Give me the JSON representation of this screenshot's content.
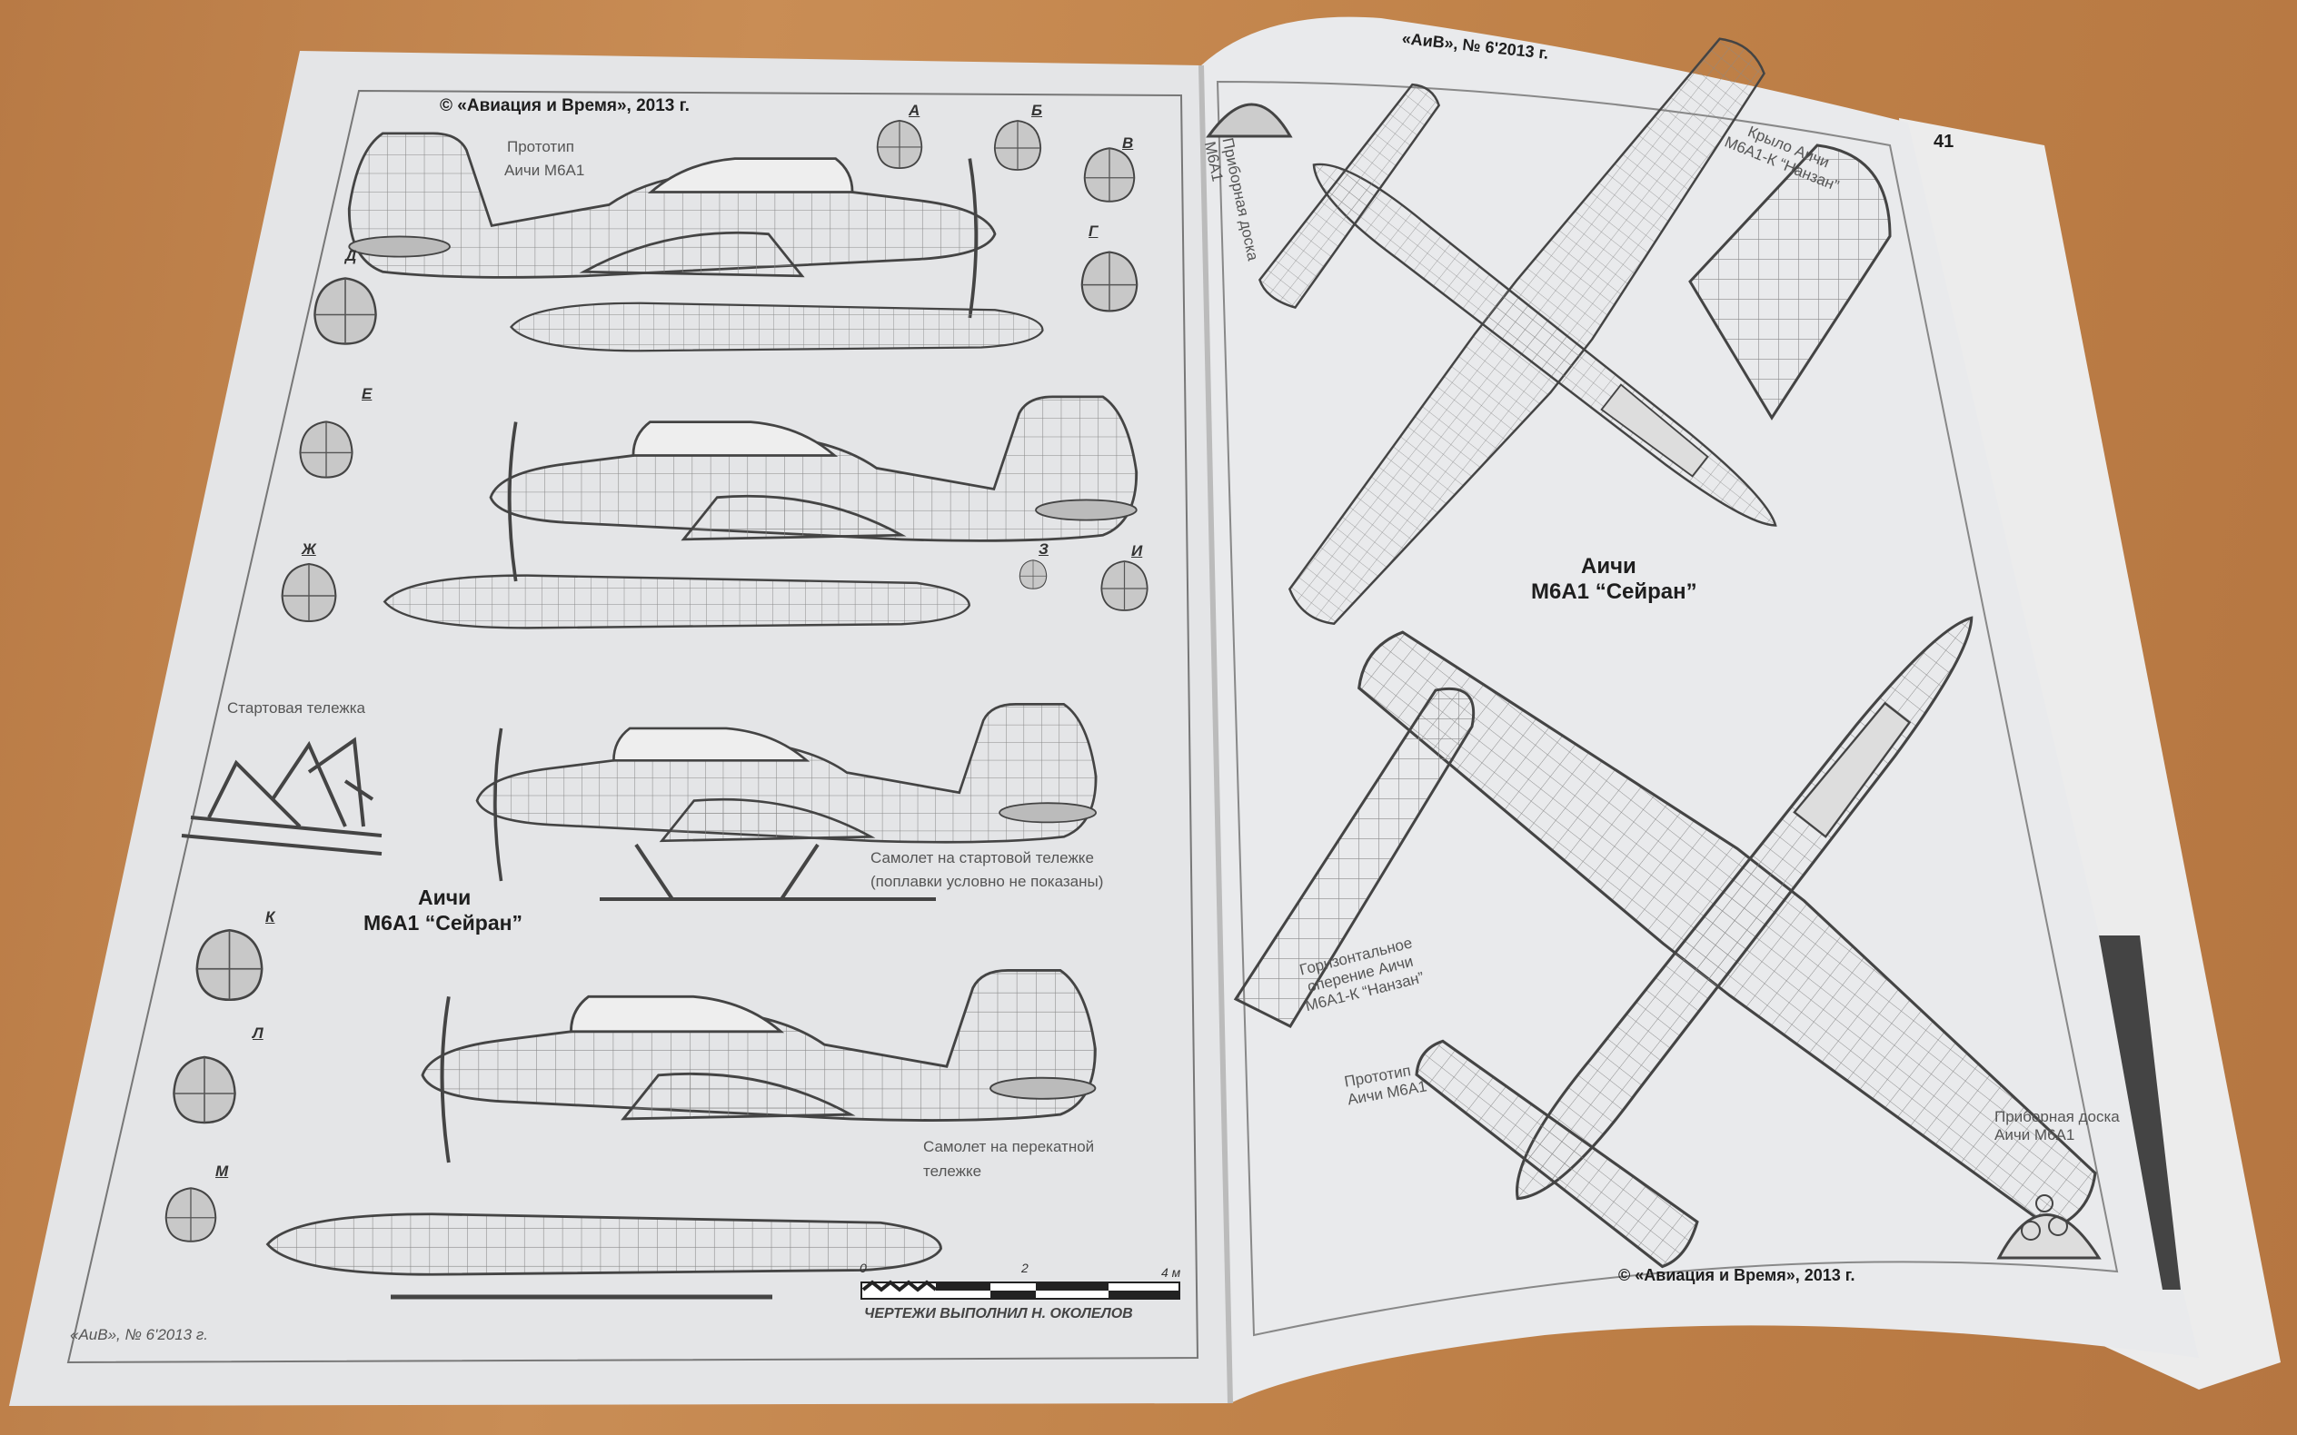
{
  "left_page": {
    "copyright": "© «Авиация и Время», 2013 г.",
    "prototype_caption": [
      "Прототип",
      "Аичи М6А1"
    ],
    "section_labels": [
      "А",
      "Б",
      "В",
      "Г",
      "Д",
      "Е",
      "Ж",
      "З",
      "И",
      "К",
      "Л",
      "М"
    ],
    "launch_cart_caption": "Стартовая тележка",
    "aircraft_title": [
      "Аичи",
      "М6А1 “Сейран”"
    ],
    "launch_caption": [
      "Самолет на стартовой тележке",
      "(поплавки условно не показаны)"
    ],
    "transport_caption": [
      "Самолет на перекатной",
      "тележке"
    ],
    "scale": {
      "ticks": [
        "0",
        "2",
        "4 м"
      ]
    },
    "credit": "ЧЕРТЕЖИ ВЫПОЛНИЛ  Н. ОКОЛЕЛОВ",
    "footer": "«АиВ», № 6'2013 г."
  },
  "right_page": {
    "header": "«АиВ», № 6'2013 г.",
    "wing_caption": [
      "Крыло Аичи",
      "М6А1-К “Нанзан”"
    ],
    "panel_caption_top": [
      "Приборная доска",
      "М6А1"
    ],
    "aircraft_title": [
      "Аичи",
      "М6А1 “Сейран”"
    ],
    "tailplane_caption": [
      "Горизонтальное",
      "оперение Аичи",
      "М6А1-К “Нанзан”"
    ],
    "prototype_caption": [
      "Прототип",
      "Аичи М6А1"
    ],
    "panel_caption": [
      "Приборная доска",
      "Аичи М6А1"
    ],
    "copyright": "© «Авиация и Время», 2013 г."
  },
  "next_page": {
    "page_number": "41"
  }
}
